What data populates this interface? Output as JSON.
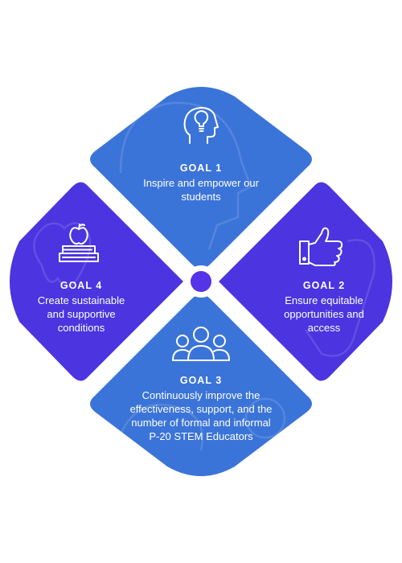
{
  "colors": {
    "blue": "#3B74D8",
    "indigo": "#4C34E0",
    "hub": "#5533E6",
    "gap": "#ffffff",
    "icon": "#ffffff"
  },
  "goals": [
    {
      "title": "GOAL 1",
      "desc": "Inspire and empower our students",
      "icon": "head-lightbulb-icon"
    },
    {
      "title": "GOAL 2",
      "desc": "Ensure equitable opportunities and access",
      "icon": "thumbs-up-icon"
    },
    {
      "title": "GOAL 3",
      "desc": "Continuously improve the effectiveness, support, and the number of formal and informal P-20 STEM Educators",
      "icon": "group-people-icon"
    },
    {
      "title": "GOAL 4",
      "desc": "Create sustainable and supportive conditions",
      "icon": "apple-books-icon"
    }
  ]
}
